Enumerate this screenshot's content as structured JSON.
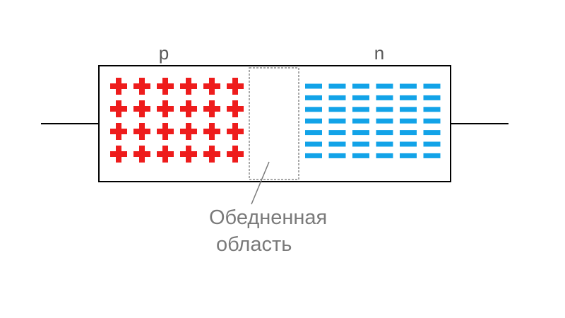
{
  "labels": {
    "p": "p",
    "n": "n",
    "depletion_line1": "Обедненная",
    "depletion_line2": "область"
  },
  "p_region": {
    "charge": "plus",
    "rows": 4,
    "cols": 6,
    "color": "#ee1c1c"
  },
  "n_region": {
    "charge": "minus",
    "rows": 7,
    "cols": 6,
    "color": "#12a3e8"
  },
  "colors": {
    "outline": "#000000",
    "depletion_border": "#8c8c8c",
    "pointer": "#7a7a7a",
    "text": "#595959"
  }
}
